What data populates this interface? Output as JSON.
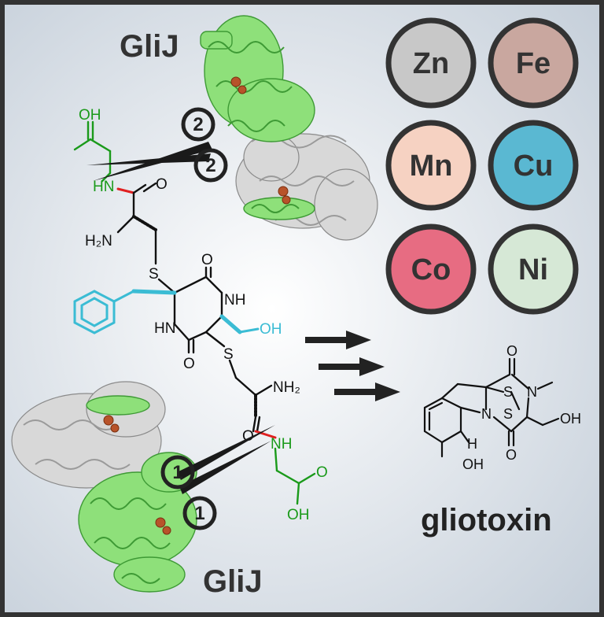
{
  "enzyme_top": {
    "label": "GliJ",
    "cleavage_step": "2"
  },
  "enzyme_bottom": {
    "label": "GliJ",
    "cleavage_step": "1"
  },
  "metals": [
    {
      "symbol": "Zn",
      "color": "#c8c8c8"
    },
    {
      "symbol": "Fe",
      "color": "#c9a79f"
    },
    {
      "symbol": "Mn",
      "color": "#f6d2c2"
    },
    {
      "symbol": "Cu",
      "color": "#5ab8d2"
    },
    {
      "symbol": "Co",
      "color": "#e76c82"
    },
    {
      "symbol": "Ni",
      "color": "#d6e8d6"
    }
  ],
  "substrate_labels": {
    "oh_top": "OH",
    "hn_top": "HN",
    "o_top": "O",
    "h2n": "H₂N",
    "s_left": "S",
    "o_ring_top": "O",
    "nh_ring": "NH",
    "hn_ring": "HN",
    "o_ring_bottom": "O",
    "oh_side": "OH",
    "s_right": "S",
    "nh2": "NH₂",
    "o_bottom": "O",
    "nh_bottom": "NH",
    "o_acid": "O",
    "oh_acid": "OH"
  },
  "product": {
    "name": "gliotoxin",
    "atom_labels": {
      "o_top": "O",
      "n_methyl": "N",
      "s1": "S",
      "s2": "S",
      "n_ring": "N",
      "h": "H",
      "oh_side": "OH",
      "oh_ring": "OH",
      "o_bottom": "O"
    }
  },
  "colors": {
    "protein_green": "#8ee07a",
    "protein_grey": "#d6d6d6",
    "glycine": "#1a9a1a",
    "phenyl": "#3bbcd4",
    "cleavage": "#e02020",
    "frame": "#333333"
  }
}
